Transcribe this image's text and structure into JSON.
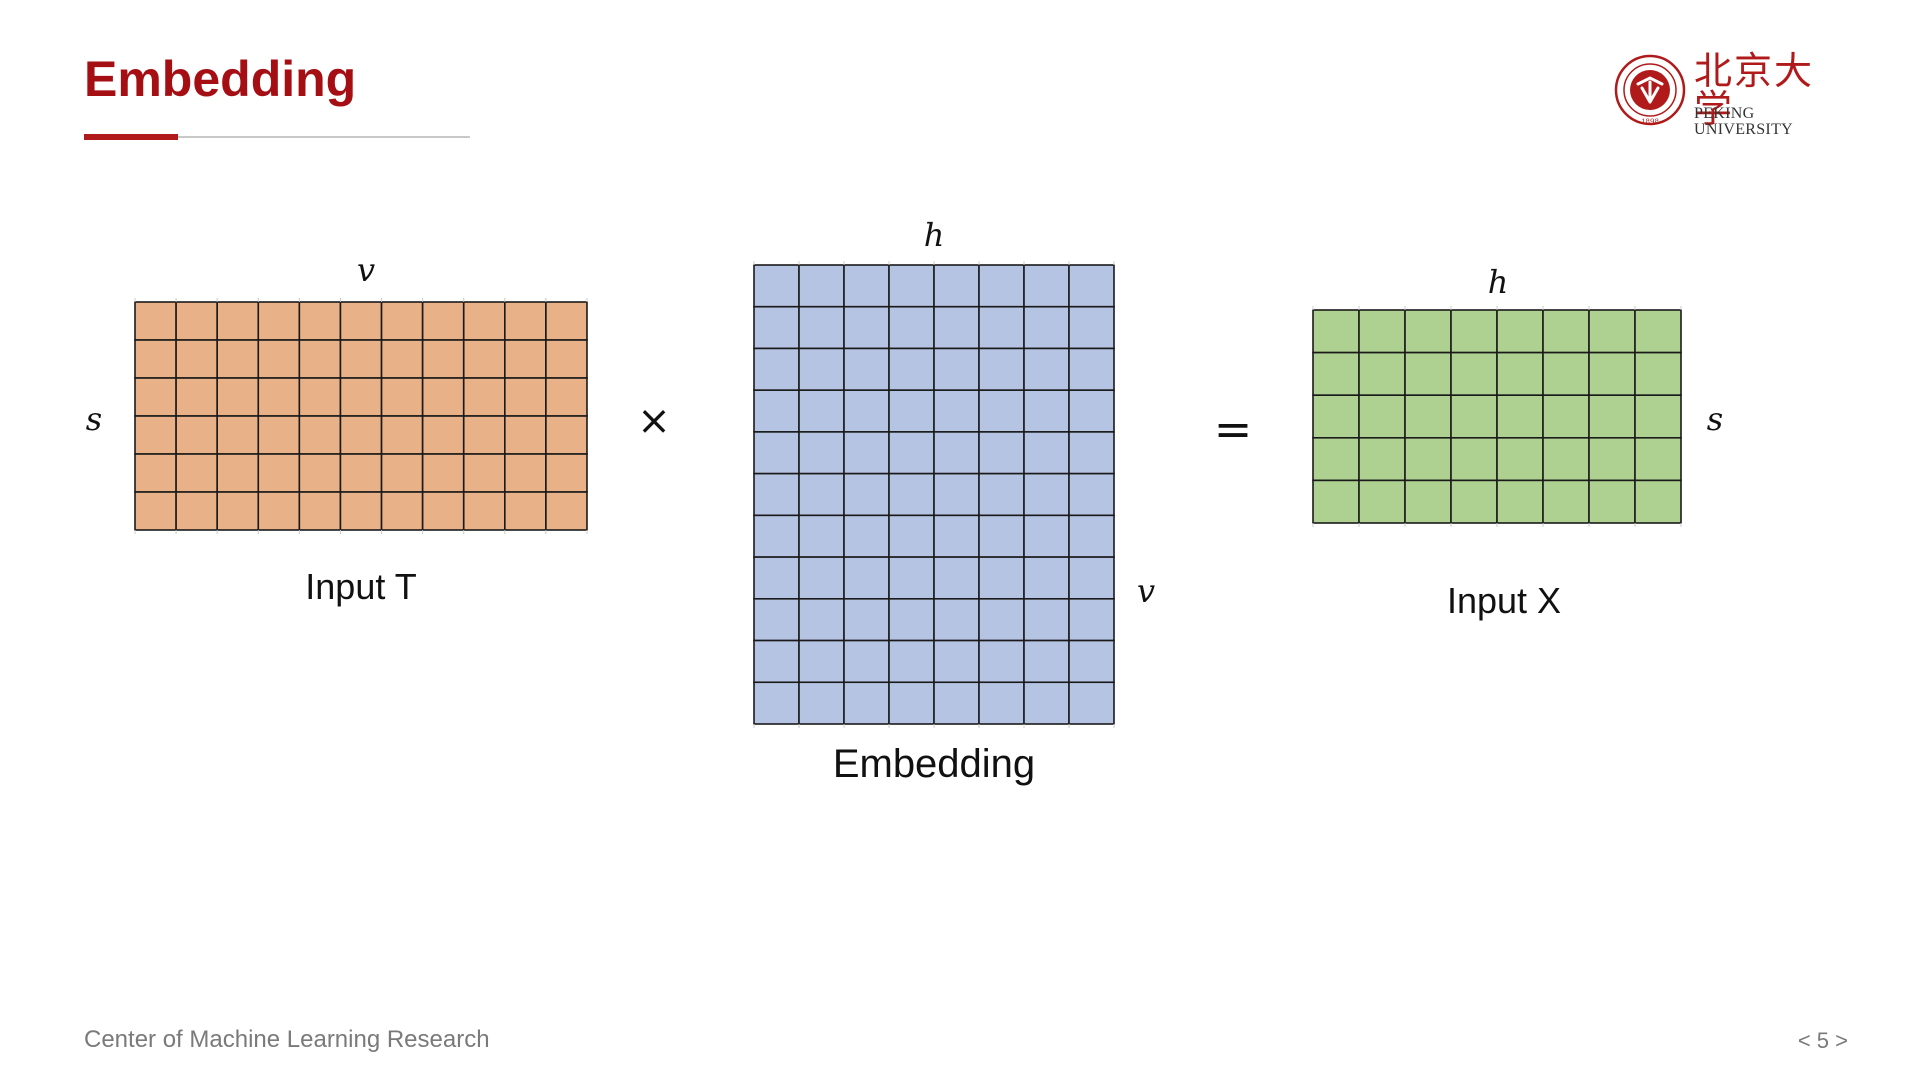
{
  "slide": {
    "title": "Embedding",
    "footer": "Center of Machine Learning Research",
    "page_number": "< 5 >"
  },
  "logo": {
    "name_cn": "北京大学",
    "name_en": "PEKING UNIVERSITY",
    "seal_year": "1898",
    "colors": {
      "red": "#b01a1a"
    }
  },
  "diagram": {
    "operator_multiply": "×",
    "operator_equals": "=",
    "matrices": [
      {
        "id": "input-t",
        "caption": "Input T",
        "top_label": "v",
        "side_label": "s",
        "rows": 6,
        "cols": 11,
        "fill": "#e8b187"
      },
      {
        "id": "embedding",
        "caption": "Embedding",
        "top_label": "h",
        "side_label": "v",
        "rows": 11,
        "cols": 8,
        "fill": "#b6c4e3"
      },
      {
        "id": "input-x",
        "caption": "Input X",
        "top_label": "h",
        "side_label": "s",
        "rows": 5,
        "cols": 8,
        "fill": "#aed091"
      }
    ]
  }
}
